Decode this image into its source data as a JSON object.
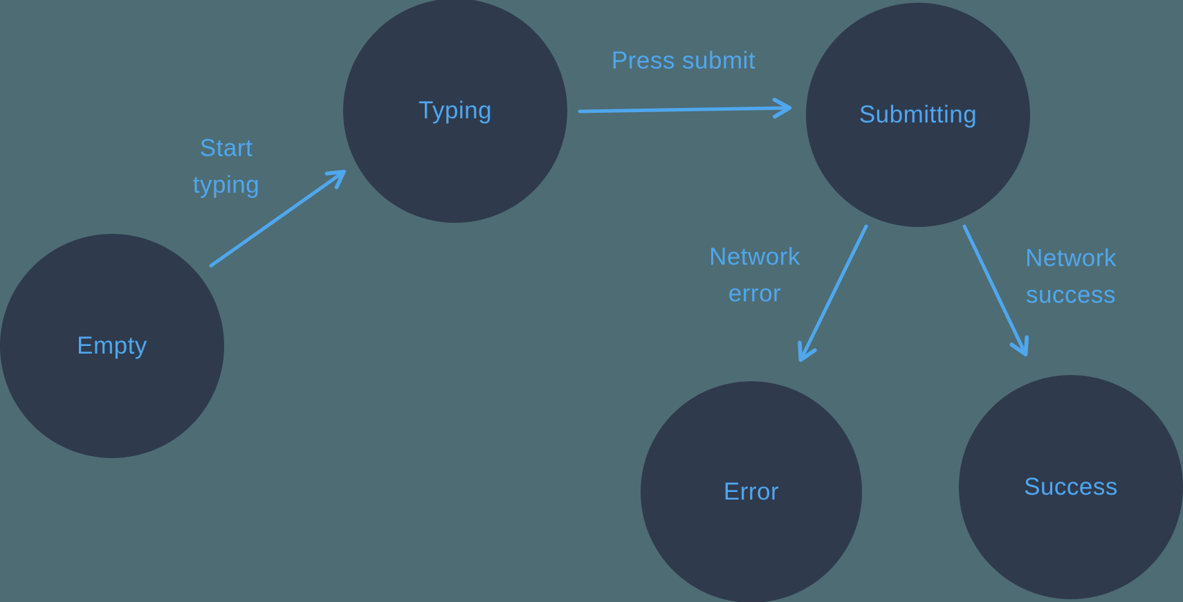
{
  "diagram": {
    "type": "state-machine",
    "background_color": "#4e6c74",
    "node_color": "#2f3a4d",
    "accent_color": "#4fa7ee",
    "nodes": {
      "empty": {
        "label": "Empty"
      },
      "typing": {
        "label": "Typing"
      },
      "submitting": {
        "label": "Submitting"
      },
      "error": {
        "label": "Error"
      },
      "success": {
        "label": "Success"
      }
    },
    "edges": {
      "start_typing": {
        "label": "Start typing",
        "from": "Empty",
        "to": "Typing"
      },
      "press_submit": {
        "label": "Press submit",
        "from": "Typing",
        "to": "Submitting"
      },
      "network_error": {
        "label": "Network error",
        "from": "Submitting",
        "to": "Error"
      },
      "network_success": {
        "label": "Network success",
        "from": "Submitting",
        "to": "Success"
      }
    }
  }
}
